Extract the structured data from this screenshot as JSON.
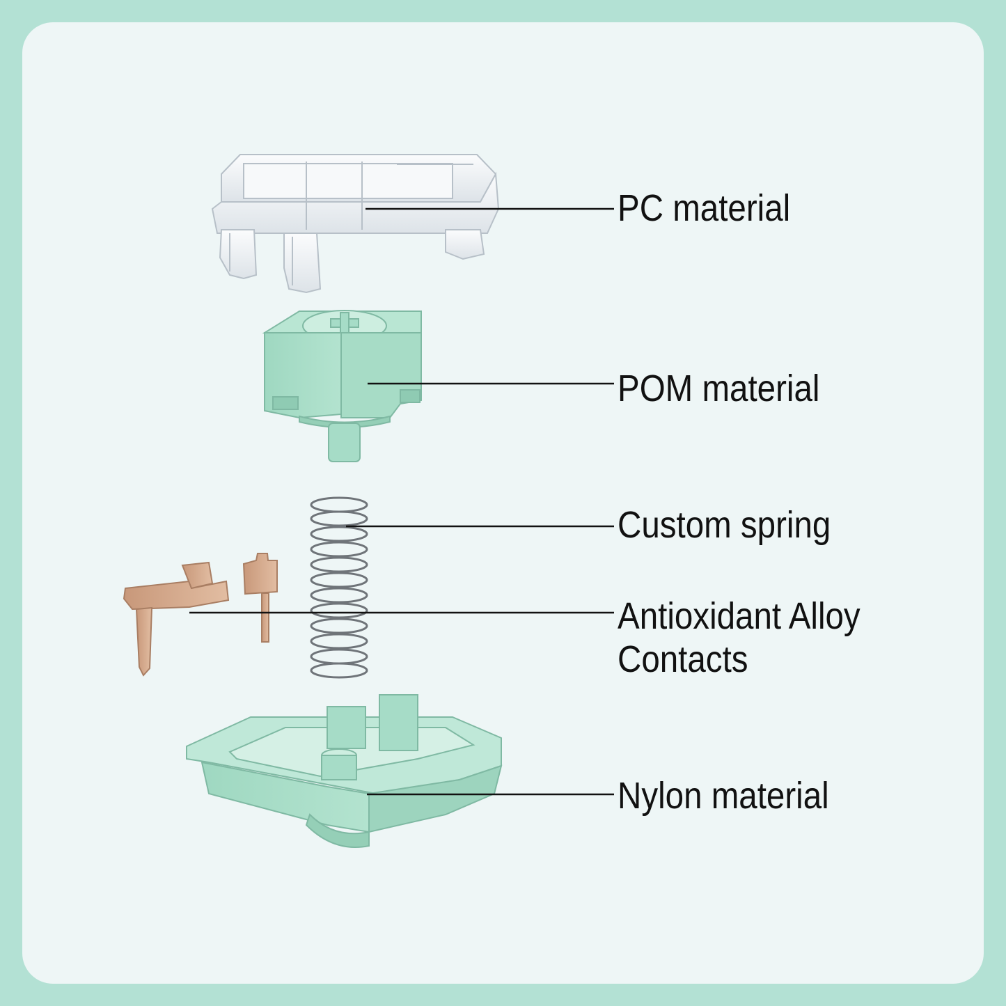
{
  "colors": {
    "page_border": "#b3e1d4",
    "card_background": "#eef6f6",
    "mint_part": "#a6dcc7",
    "mint_shade": "#86c3ac",
    "copper": "#d6ab8e",
    "clear_plastic": "#f3f5f7",
    "leader_line": "#111111"
  },
  "parts": [
    {
      "id": "housing-top",
      "label": "PC material"
    },
    {
      "id": "stem",
      "label": "POM material"
    },
    {
      "id": "spring",
      "label": "Custom spring"
    },
    {
      "id": "contacts",
      "label": "Antioxidant Alloy",
      "label_line2": "Contacts"
    },
    {
      "id": "housing-bottom",
      "label": "Nylon material"
    }
  ]
}
